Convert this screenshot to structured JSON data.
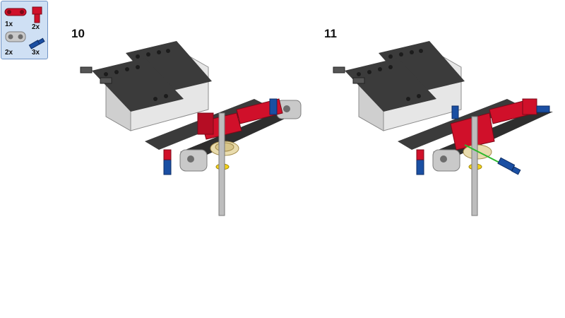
{
  "parts_list": {
    "quantities": [
      "1x",
      "2x",
      "2x",
      "3x"
    ]
  },
  "steps": [
    {
      "number": "10"
    },
    {
      "number": "11"
    }
  ],
  "colors": {
    "beam_dark": "#3b3b3b",
    "red": "#d0102a",
    "blue": "#1a4fa3",
    "light_gray": "#c9c9c9",
    "gear_tan": "#e9dcae",
    "yellow": "#f4d21a",
    "green_arrow": "#2db82d",
    "panel_fill": "#cfe0f4",
    "panel_border": "#6f93c4"
  }
}
